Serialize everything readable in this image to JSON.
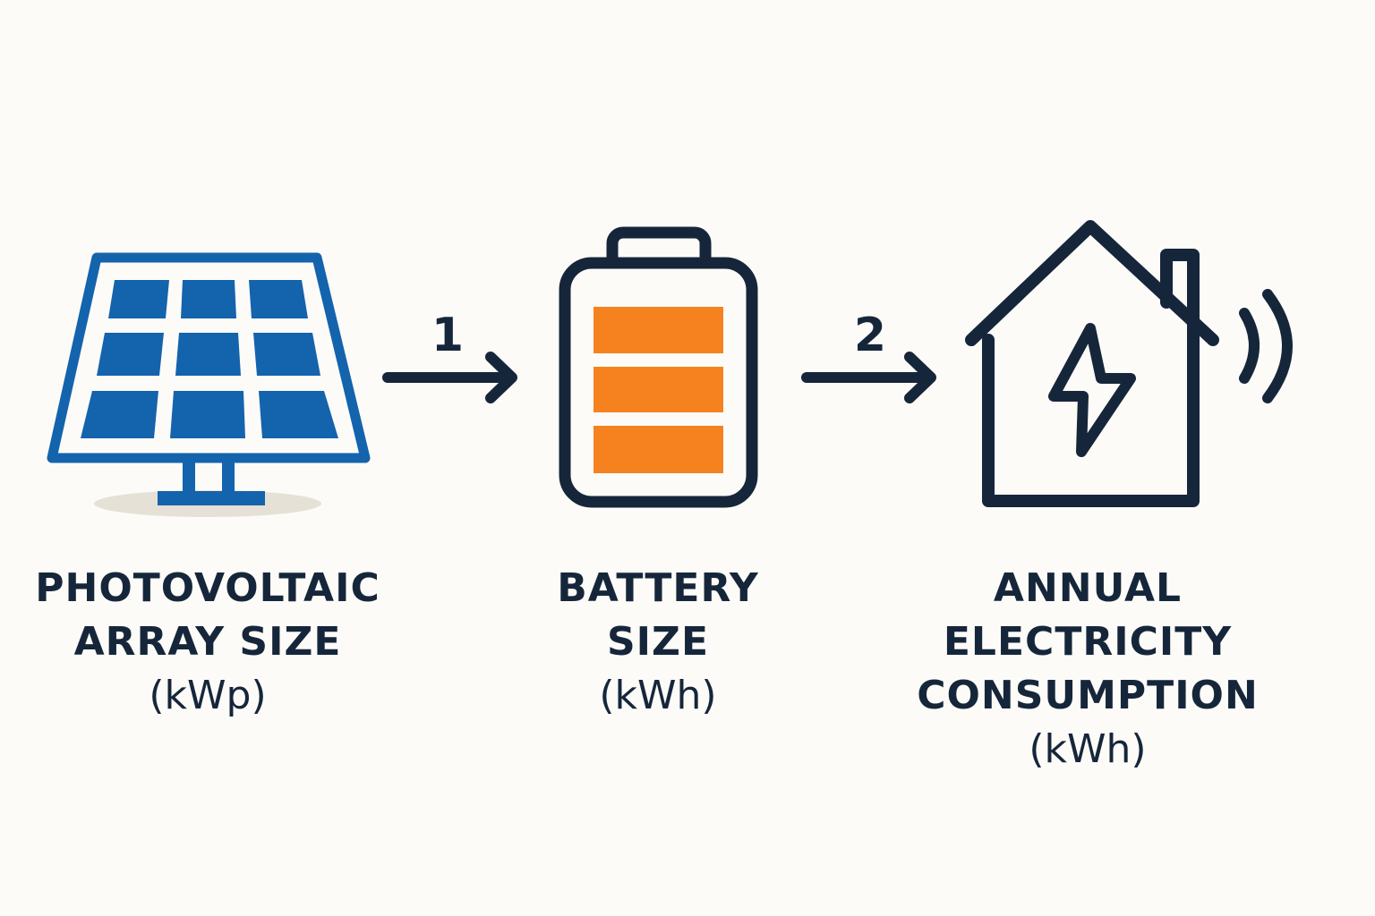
{
  "colors": {
    "background": "#fcfbf8",
    "dark": "#16263a",
    "solar_blue": "#1463ad",
    "battery_orange": "#f5821f",
    "shadow": "#e6e1d6"
  },
  "nodes": [
    {
      "icon": "solar-panel-icon",
      "title_lines": [
        "PHOTOVOLTAIC",
        "ARRAY SIZE"
      ],
      "unit": "(kWp)"
    },
    {
      "icon": "battery-icon",
      "title_lines": [
        "BATTERY",
        "SIZE"
      ],
      "unit": "(kWh)",
      "charge_segments": 3
    },
    {
      "icon": "house-electricity-icon",
      "title_lines": [
        "ANNUAL",
        "ELECTRICITY",
        "CONSUMPTION"
      ],
      "unit": "(kWh)"
    }
  ],
  "arrows": [
    {
      "step": "1",
      "from": "PHOTOVOLTAIC ARRAY SIZE",
      "to": "BATTERY SIZE"
    },
    {
      "step": "2",
      "from": "BATTERY SIZE",
      "to": "ANNUAL ELECTRICITY CONSUMPTION"
    }
  ]
}
